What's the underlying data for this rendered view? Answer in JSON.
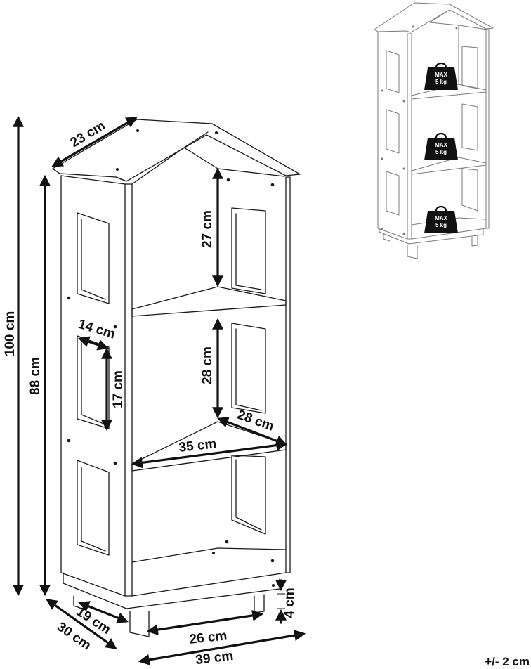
{
  "dimensions": {
    "total_height": "100 cm",
    "body_height": "88 cm",
    "roof_depth": "23 cm",
    "top_compartment_height": "27 cm",
    "middle_compartment_height": "28 cm",
    "shelf_depth": "28 cm",
    "window_width": "14 cm",
    "window_height": "17 cm",
    "inner_width": "35 cm",
    "inner_depth": "19 cm",
    "outer_depth": "30 cm",
    "leg_span": "26 cm",
    "outer_width": "39 cm",
    "leg_height": "4 cm"
  },
  "tolerance": "+/- 2 cm",
  "weight_badges": [
    {
      "line1": "MAX",
      "line2": "5 kg"
    },
    {
      "line1": "MAX",
      "line2": "5 kg"
    },
    {
      "line1": "MAX",
      "line2": "5 kg"
    }
  ]
}
